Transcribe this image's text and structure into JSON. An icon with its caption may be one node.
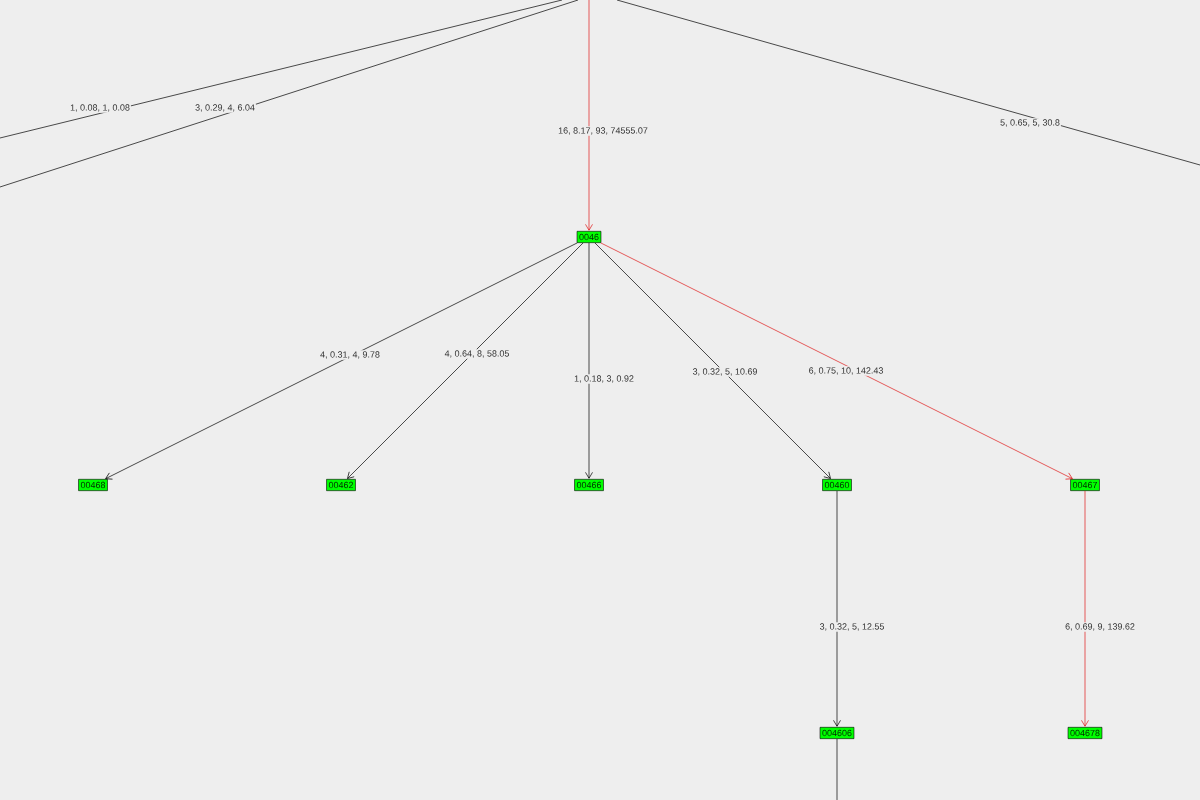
{
  "diagram": {
    "nodes": [
      {
        "text": [
          "0046"
        ]
      },
      {
        "text": [
          "00468"
        ]
      },
      {
        "text": [
          "00462"
        ]
      },
      {
        "text": [
          "00466"
        ]
      },
      {
        "text": [
          "00460"
        ]
      },
      {
        "text": [
          "00467"
        ]
      },
      {
        "text": [
          "004606"
        ]
      },
      {
        "text": [
          "004678"
        ]
      }
    ],
    "edges": [
      {
        "from": null,
        "to": 0,
        "arrow": "to",
        "label": "16, 8.17, 93, 74555.07",
        "color": "#e01818"
      },
      {
        "from": 0,
        "to": 1,
        "arrow": "to",
        "label": "4, 0.31, 4, 9.78"
      },
      {
        "from": 0,
        "to": 2,
        "arrow": "to",
        "label": "4, 0.64, 8, 58.05"
      },
      {
        "from": 0,
        "to": 3,
        "arrow": "to",
        "label": "1, 0.18, 3, 0.92"
      },
      {
        "from": 0,
        "to": 4,
        "arrow": "to",
        "label": "3, 0.32, 5, 10.69"
      },
      {
        "from": 0,
        "to": 5,
        "arrow": "to",
        "label": "6, 0.75, 10, 142.43",
        "color": "#e01818"
      },
      {
        "from": 4,
        "to": 6,
        "arrow": "to",
        "label": "3, 0.32, 5, 12.55"
      },
      {
        "from": 5,
        "to": 7,
        "arrow": "to",
        "label": "6, 0.69, 9, 139.62",
        "color": "#e01818"
      },
      {
        "from": 6,
        "to": null,
        "arrow": "none"
      }
    ],
    "labels": [
      "1, 0.08, 1, 0.08",
      "3, 0.29, 4, 6.04",
      "5, 0.65, 5, 30.8"
    ]
  }
}
